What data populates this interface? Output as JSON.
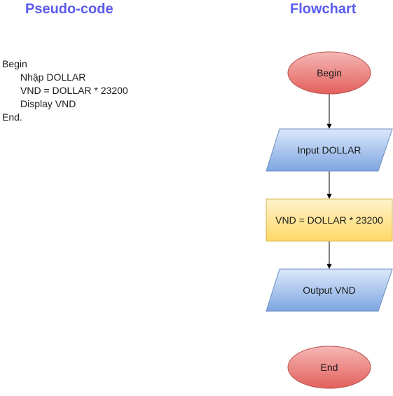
{
  "headings": {
    "pseudo_code": "Pseudo-code",
    "flowchart": "Flowchart"
  },
  "pseudo_code": {
    "lines": [
      "Begin",
      "Nhập DOLLAR",
      "VND = DOLLAR * 23200",
      "Display VND",
      "End."
    ]
  },
  "flowchart": {
    "nodes": {
      "begin": "Begin",
      "input": "Input DOLLAR",
      "process": "VND = DOLLAR * 23200",
      "output": "Output VND",
      "end": "End"
    }
  },
  "colors": {
    "heading": "#5b5bf0",
    "terminal_fill": "#ea6b66",
    "io_fill": "#7ea6e0",
    "process_fill": "#ffd966"
  }
}
